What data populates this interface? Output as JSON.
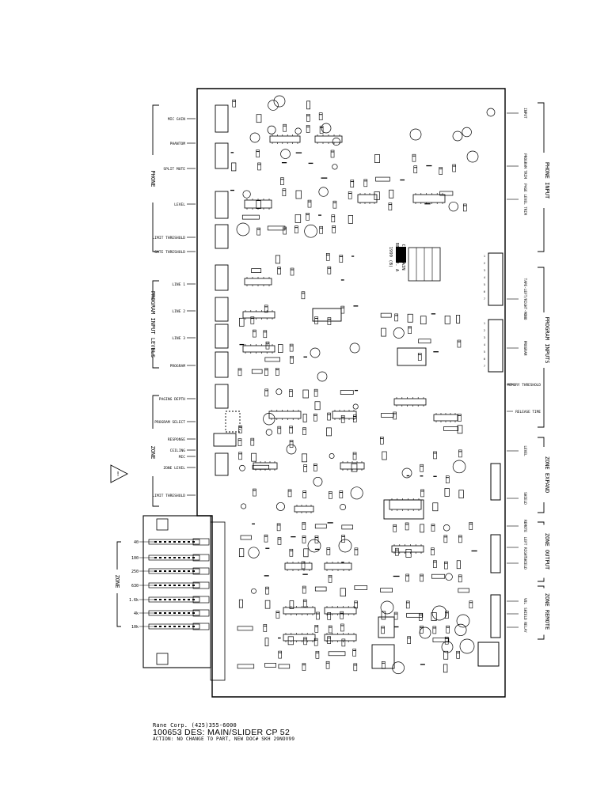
{
  "drawing": {
    "ink": "#000000",
    "paper": "#ffffff",
    "left_sections": [
      {
        "label": "PHONE",
        "items": [
          "MIC GAIN",
          "PHANTOM",
          "SPLIT MUTE",
          "LEVEL",
          "LIMIT THRESHOLD",
          "GATE THRESHOLD"
        ]
      },
      {
        "label": "PROGRAM INPUT LEVELS",
        "items": [
          "LINE 1",
          "LINE 2",
          "LINE 3",
          "PROGRAM"
        ]
      },
      {
        "label": "ZONE",
        "items": [
          "PAGING DEPTH",
          "PROGRAM SELECT",
          "RESPONSE",
          "CEILING",
          "MIC",
          "ZONE LEVEL",
          "LIMIT THRESHOLD"
        ]
      }
    ],
    "eq_section": {
      "label": "ZONE",
      "items": [
        "40",
        "100",
        "250",
        "630",
        "1.6k",
        "4k",
        "10k"
      ]
    },
    "right_sections": [
      {
        "label": "PHONE INPUT",
        "items": [
          "INPUT",
          "PROGRAM TRIM",
          "PAGE LEVEL TRIM"
        ]
      },
      {
        "label": "PROGRAM INPUTS",
        "items": [
          "TAPE-LEFT/RIGHT-MONO",
          "PROGRAM"
        ]
      },
      {
        "label": "ZONE EXPAND",
        "items": [
          "LEVEL",
          "SHIELD"
        ]
      },
      {
        "label": "ZONE OUTPUT",
        "items": [
          "REMOTE",
          "LEFT RIGHT",
          "SHIELD"
        ]
      },
      {
        "label": "ZONE REMOTE",
        "items": [
          "VOL",
          "SHIELD",
          "RELAY"
        ]
      }
    ],
    "right_extra": [
      "MEMORY THRESHOLD",
      "RELEASE TIME"
    ],
    "board_marking": {
      "lines": [
        "CP 52 MAIN",
        "REV. REV. A",
        "1999 (B)"
      ]
    },
    "warning_symbol": "!"
  },
  "title_block": {
    "company": "Rane Corp.   (425)355-6000",
    "part": "100653 DES: MAIN/SLIDER CP 52",
    "action": "ACTION: NO CHANGE TO PART, NEW DOC# SKH 29NOV99"
  }
}
